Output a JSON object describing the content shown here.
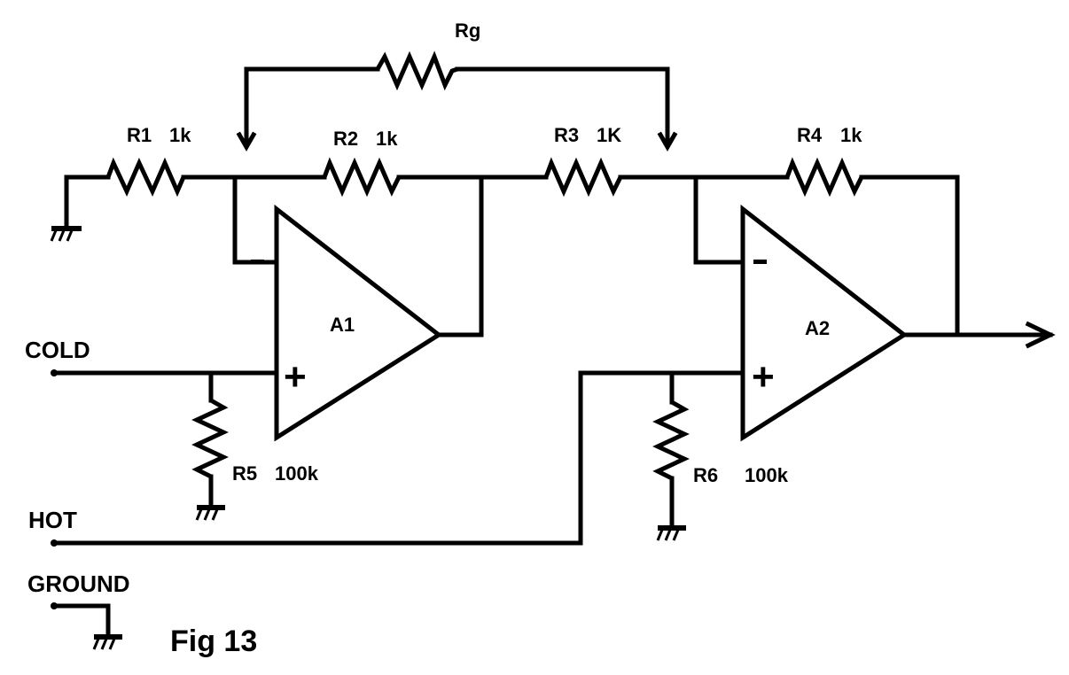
{
  "figure": {
    "caption": "Fig 13",
    "background": "#ffffff",
    "ink": "#000000"
  },
  "terminals": {
    "cold": "COLD",
    "hot": "HOT",
    "ground": "GROUND"
  },
  "components": {
    "rg": {
      "name": "Rg",
      "value": ""
    },
    "r1": {
      "name": "R1",
      "value": "1k"
    },
    "r2": {
      "name": "R2",
      "value": "1k"
    },
    "r3": {
      "name": "R3",
      "value": "1K"
    },
    "r4": {
      "name": "R4",
      "value": "1k"
    },
    "r5": {
      "name": "R5",
      "value": "100k"
    },
    "r6": {
      "name": "R6",
      "value": "100k"
    }
  },
  "amplifiers": {
    "a1": {
      "name": "A1",
      "minus": "-",
      "plus": "+"
    },
    "a2": {
      "name": "A2",
      "minus": "-",
      "plus": "+"
    }
  }
}
